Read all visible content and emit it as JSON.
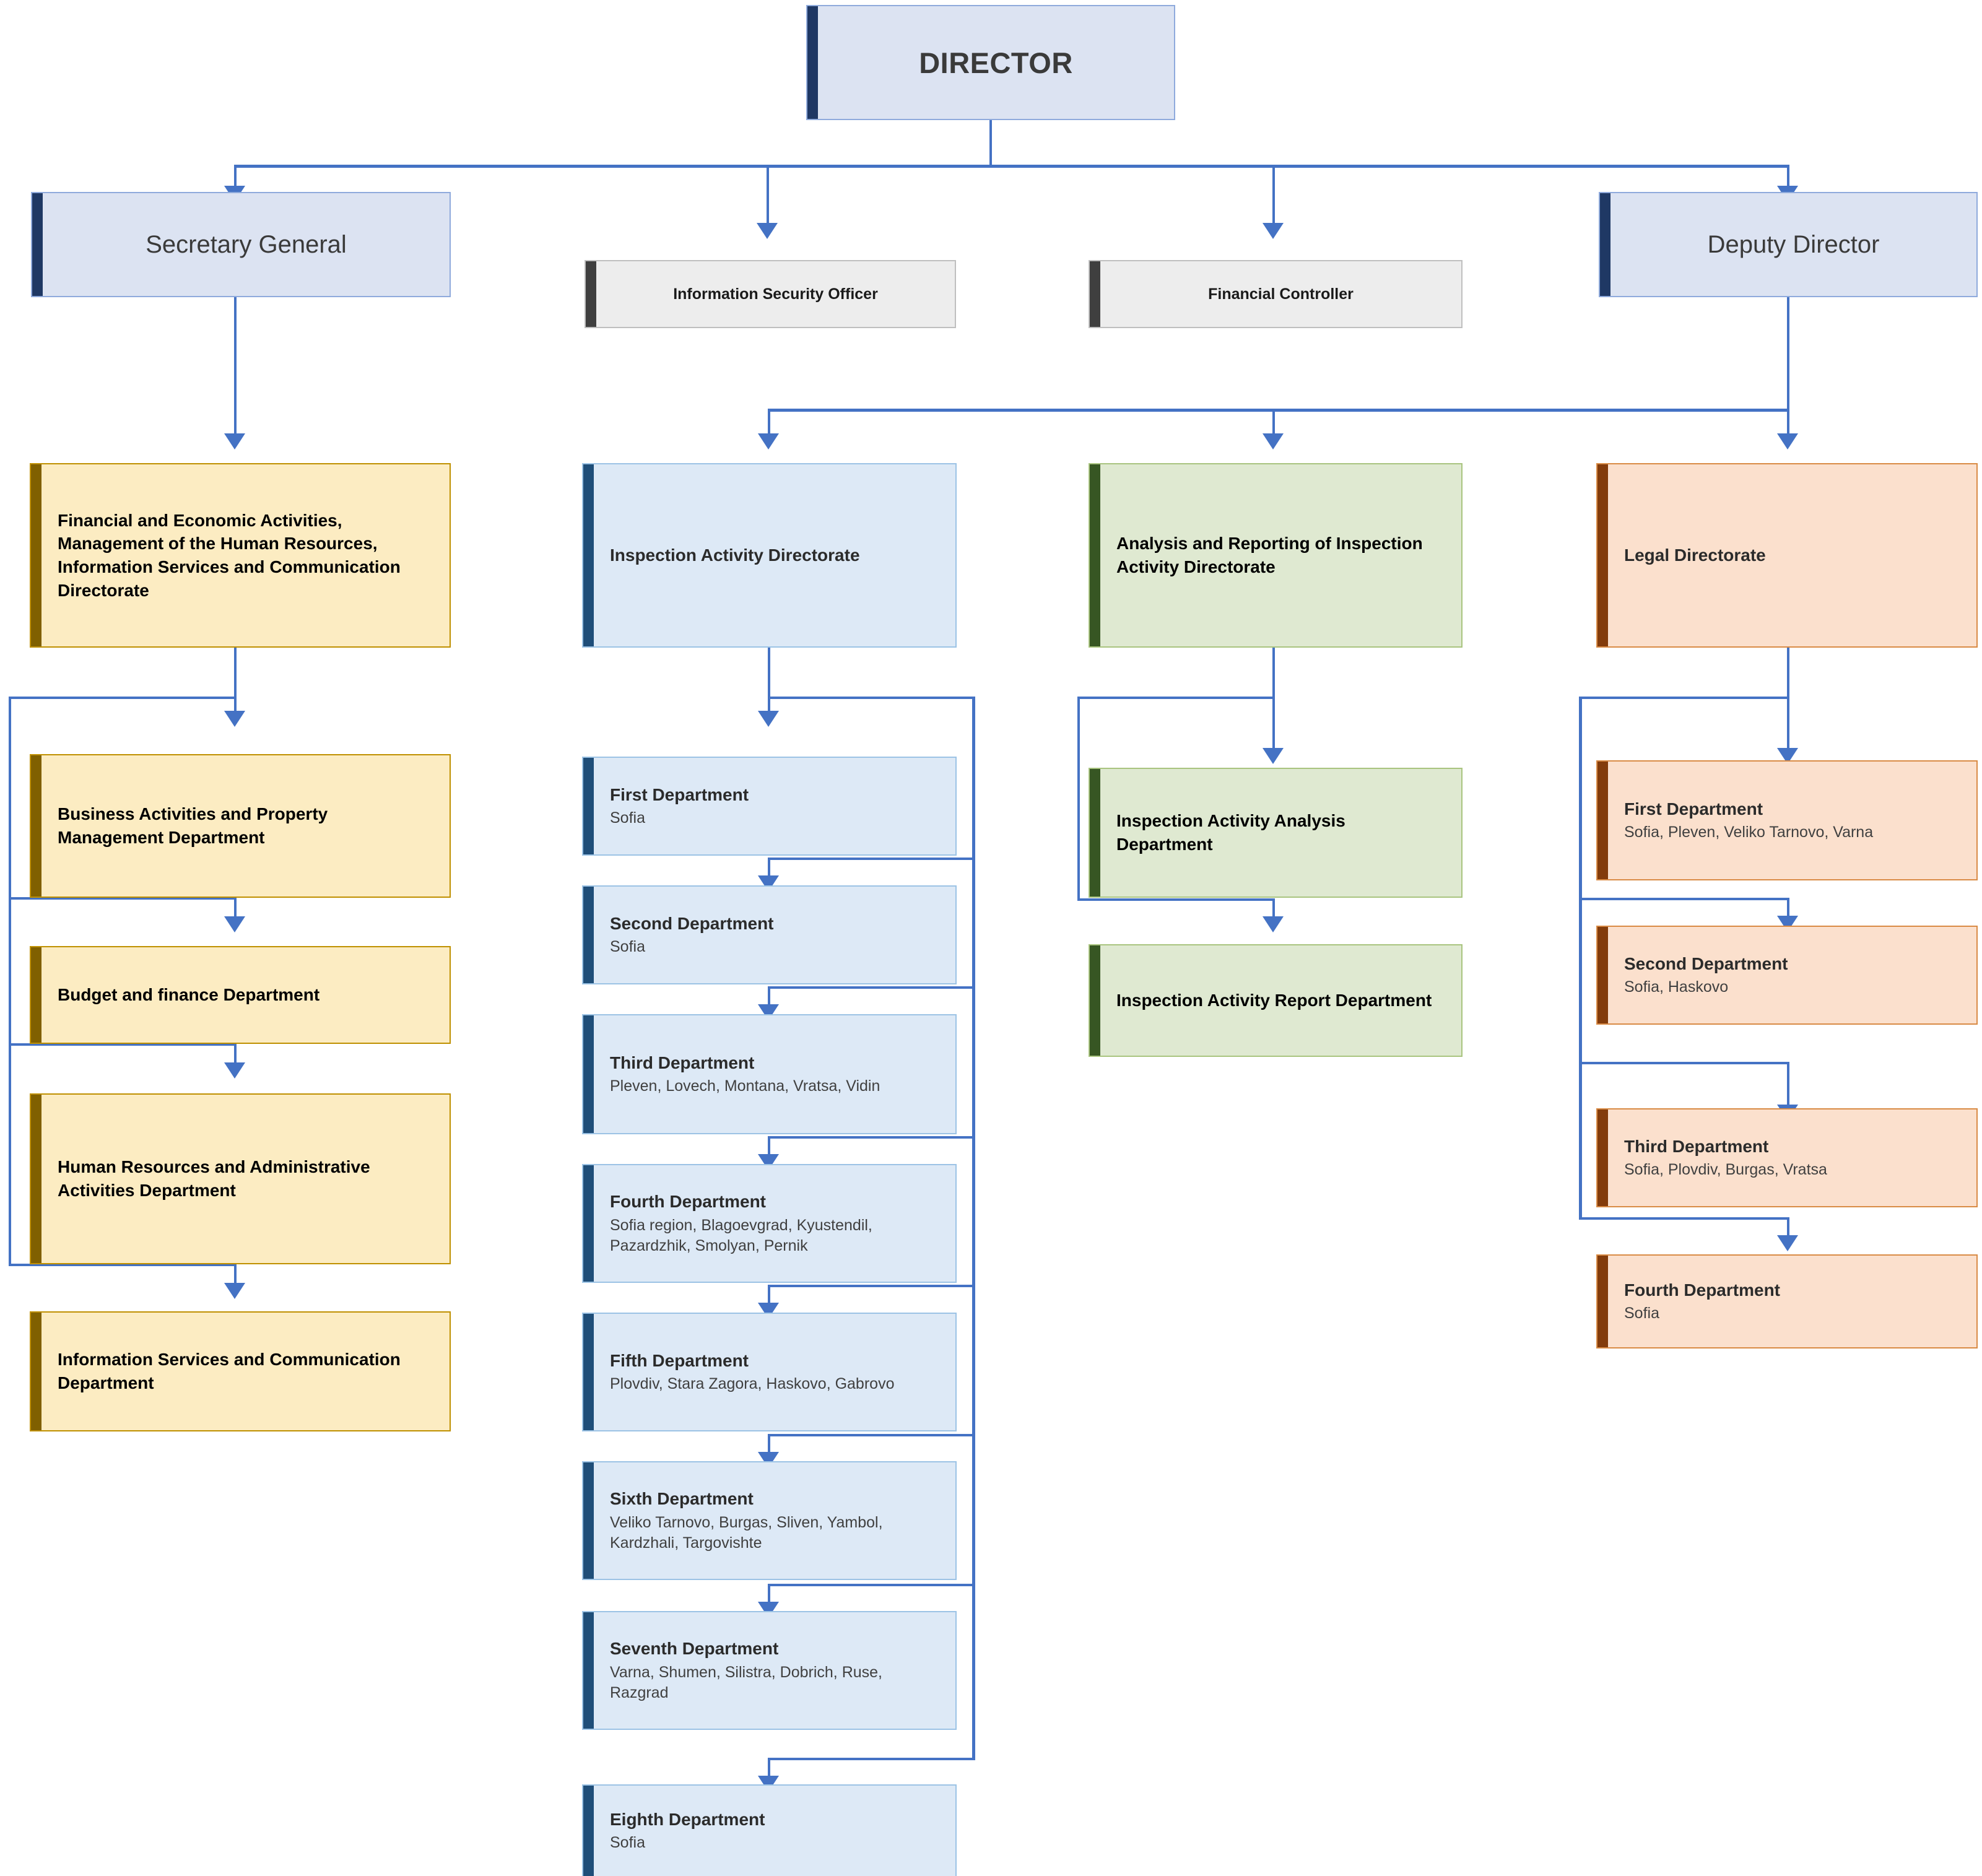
{
  "root": {
    "title": "DIRECTOR"
  },
  "executives": [
    {
      "title": "Secretary General"
    },
    {
      "title": "Deputy Director"
    }
  ],
  "staff": [
    {
      "title": "Information Security Officer"
    },
    {
      "title": "Financial Controller"
    }
  ],
  "admin_directorate": {
    "title": "Financial and Economic Activities, Management of the Human Resources, Information Services and Communication Directorate",
    "departments": [
      {
        "title": "Business Activities and Property Management Department"
      },
      {
        "title": "Budget and finance Department"
      },
      {
        "title": "Human Resources and Administrative Activities Department"
      },
      {
        "title": "Information Services and Communication Department"
      }
    ]
  },
  "inspection_directorate": {
    "title": "Inspection Activity Directorate",
    "departments": [
      {
        "title": "First Department",
        "locations": "Sofia"
      },
      {
        "title": "Second Department",
        "locations": "Sofia"
      },
      {
        "title": "Third Department",
        "locations": "Pleven, Lovech, Montana, Vratsa, Vidin"
      },
      {
        "title": "Fourth Department",
        "locations": "Sofia region, Blagoevgrad, Kyustendil, Pazardzhik, Smolyan, Pernik"
      },
      {
        "title": "Fifth Department",
        "locations": "Plovdiv, Stara Zagora, Haskovo, Gabrovo"
      },
      {
        "title": "Sixth Department",
        "locations": "Veliko Tarnovo, Burgas, Sliven, Yambol, Kardzhali, Targovishte"
      },
      {
        "title": "Seventh Department",
        "locations": "Varna, Shumen, Silistra, Dobrich, Ruse, Razgrad"
      },
      {
        "title": "Eighth Department",
        "locations": "Sofia"
      }
    ]
  },
  "analysis_directorate": {
    "title": "Analysis and Reporting of Inspection Activity Directorate",
    "departments": [
      {
        "title": "Inspection Activity Analysis Department"
      },
      {
        "title": "Inspection Activity Report Department"
      }
    ]
  },
  "legal_directorate": {
    "title": "Legal Directorate",
    "departments": [
      {
        "title": "First Department",
        "locations": "Sofia, Pleven, Veliko Tarnovo, Varna"
      },
      {
        "title": "Second Department",
        "locations": "Sofia, Haskovo"
      },
      {
        "title": "Third Department",
        "locations": "Sofia, Plovdiv, Burgas, Vratsa"
      },
      {
        "title": "Fourth Department",
        "locations": "Sofia"
      }
    ]
  },
  "colors": {
    "connector": "#4472c4",
    "exec_fill": "#dce3f2",
    "exec_accent": "#1f3864",
    "staff_fill": "#ededed",
    "staff_accent": "#3f3f3f",
    "admin_fill": "#fcecc2",
    "admin_accent": "#806000",
    "inspection_fill": "#dde9f6",
    "inspection_accent": "#1f4e79",
    "analysis_fill": "#dfe9d1",
    "analysis_accent": "#375623",
    "legal_fill": "#fbe0cd",
    "legal_accent": "#833c0c"
  }
}
